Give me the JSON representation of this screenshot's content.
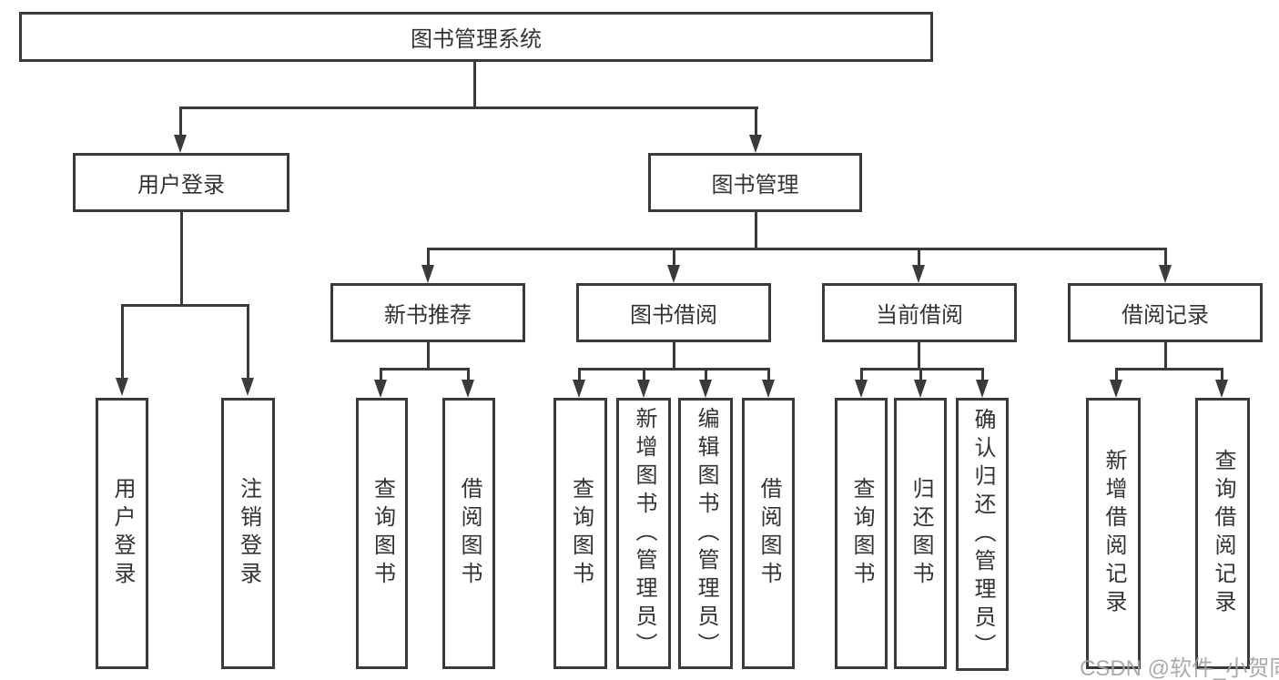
{
  "diagram": {
    "type": "hierarchy-tree",
    "nodes": {
      "root": "图书管理系统",
      "userLogin": "用户登录",
      "bookMgmt": "图书管理",
      "newBook": "新书推荐",
      "bookBorrow": "图书借阅",
      "currentBorrow": "当前借阅",
      "borrowRecord": "借阅记录",
      "leafUserLogin": "用户登录",
      "leafLogout": "注销登录",
      "leafNbQuery": "查询图书",
      "leafNbBorrow": "借阅图书",
      "leafBbQuery": "查询图书",
      "leafBbAdd": "新增图书（管理员）",
      "leafBbEdit": "编辑图书（管理员）",
      "leafBbBorrow": "借阅图书",
      "leafCbQuery": "查询图书",
      "leafCbReturn": "归还图书",
      "leafCbConfirm": "确认归还（管理员）",
      "leafBrAdd": "新增借阅记录",
      "leafBrQuery": "查询借阅记录"
    },
    "edges": [
      [
        "图书管理系统",
        "用户登录"
      ],
      [
        "图书管理系统",
        "图书管理"
      ],
      [
        "用户登录",
        "用户登录"
      ],
      [
        "用户登录",
        "注销登录"
      ],
      [
        "图书管理",
        "新书推荐"
      ],
      [
        "图书管理",
        "图书借阅"
      ],
      [
        "图书管理",
        "当前借阅"
      ],
      [
        "图书管理",
        "借阅记录"
      ],
      [
        "新书推荐",
        "查询图书"
      ],
      [
        "新书推荐",
        "借阅图书"
      ],
      [
        "图书借阅",
        "查询图书"
      ],
      [
        "图书借阅",
        "新增图书（管理员）"
      ],
      [
        "图书借阅",
        "编辑图书（管理员）"
      ],
      [
        "图书借阅",
        "借阅图书"
      ],
      [
        "当前借阅",
        "查询图书"
      ],
      [
        "当前借阅",
        "归还图书"
      ],
      [
        "当前借阅",
        "确认归还（管理员）"
      ],
      [
        "借阅记录",
        "新增借阅记录"
      ],
      [
        "借阅记录",
        "查询借阅记录"
      ]
    ],
    "colors": {
      "line": "#3a3a3a",
      "text": "#333333",
      "background": "#ffffff",
      "watermark": "#a3a3a3"
    },
    "watermark": "CSDN @软件_小贺同学"
  }
}
